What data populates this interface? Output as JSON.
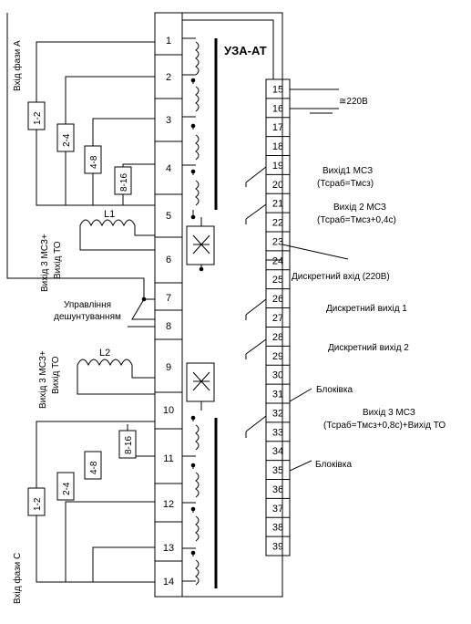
{
  "device_title": "УЗА-АТ",
  "left_terminals": [
    "1",
    "2",
    "3",
    "4",
    "5",
    "6",
    "7",
    "8",
    "9",
    "10",
    "11",
    "12",
    "13",
    "14"
  ],
  "right_terminals": [
    "15",
    "16",
    "17",
    "18",
    "19",
    "20",
    "21",
    "22",
    "23",
    "24",
    "25",
    "26",
    "27",
    "28",
    "29",
    "30",
    "31",
    "32",
    "33",
    "34",
    "35",
    "36",
    "37",
    "38",
    "39"
  ],
  "phase_a_label": "Вхід фази А",
  "phase_c_label": "Вхід фази С",
  "tap_labels": [
    "1-2",
    "2-4",
    "4-8",
    "8-16"
  ],
  "coil1_label": "L1",
  "coil2_label": "L2",
  "output3_label_line1": "Вихід 3 МСЗ+",
  "output3_label_line2": "Вихід ТО",
  "shunt_control_line1": "Управління",
  "shunt_control_line2": "дешунтуванням",
  "power_label": "≅220В",
  "out1_line1": "Вихід1 МСЗ",
  "out1_line2": "(Тсраб=Тмсз)",
  "out2_line1": "Вихід 2 МСЗ",
  "out2_line2": "(Тсраб=Тмсз+0,4с)",
  "discrete_input": "Дискретний вхід (220В)",
  "discrete_out1": "Дискретний вихід 1",
  "discrete_out2": "Дискретний вихід 2",
  "block1": "Блоківка",
  "out3_line1": "Вихід 3 МСЗ",
  "out3_line2": "(Тсраб=Тмсз+0,8с)+Вихід ТО",
  "block2": "Блоківка"
}
